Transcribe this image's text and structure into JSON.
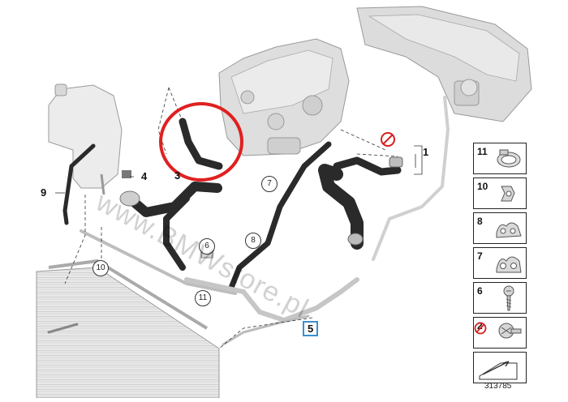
{
  "diagram": {
    "callouts": {
      "c1": "1",
      "c3": "3",
      "c4": "4",
      "c5": "5",
      "c9": "9",
      "c6": "6",
      "c7": "7",
      "c8": "8",
      "c10": "10",
      "c11": "11"
    },
    "legend": [
      {
        "num": "11",
        "part": "hose-clamp"
      },
      {
        "num": "10",
        "part": "clip-connector"
      },
      {
        "num": "8",
        "part": "double-holder"
      },
      {
        "num": "7",
        "part": "double-holder"
      },
      {
        "num": "6",
        "part": "screw"
      },
      {
        "num": "2",
        "part": "bleed-screw"
      },
      {
        "num": "",
        "part": "arrow"
      }
    ],
    "reference_number": "313785",
    "watermark": "www.BMWstore.pl",
    "colors": {
      "highlight_circle": "#e02020",
      "prohibit": "#d81e1e",
      "callout_box": "#3a8fd0",
      "hose": "#2a2a2a",
      "engine": "#d9d9d9"
    }
  }
}
